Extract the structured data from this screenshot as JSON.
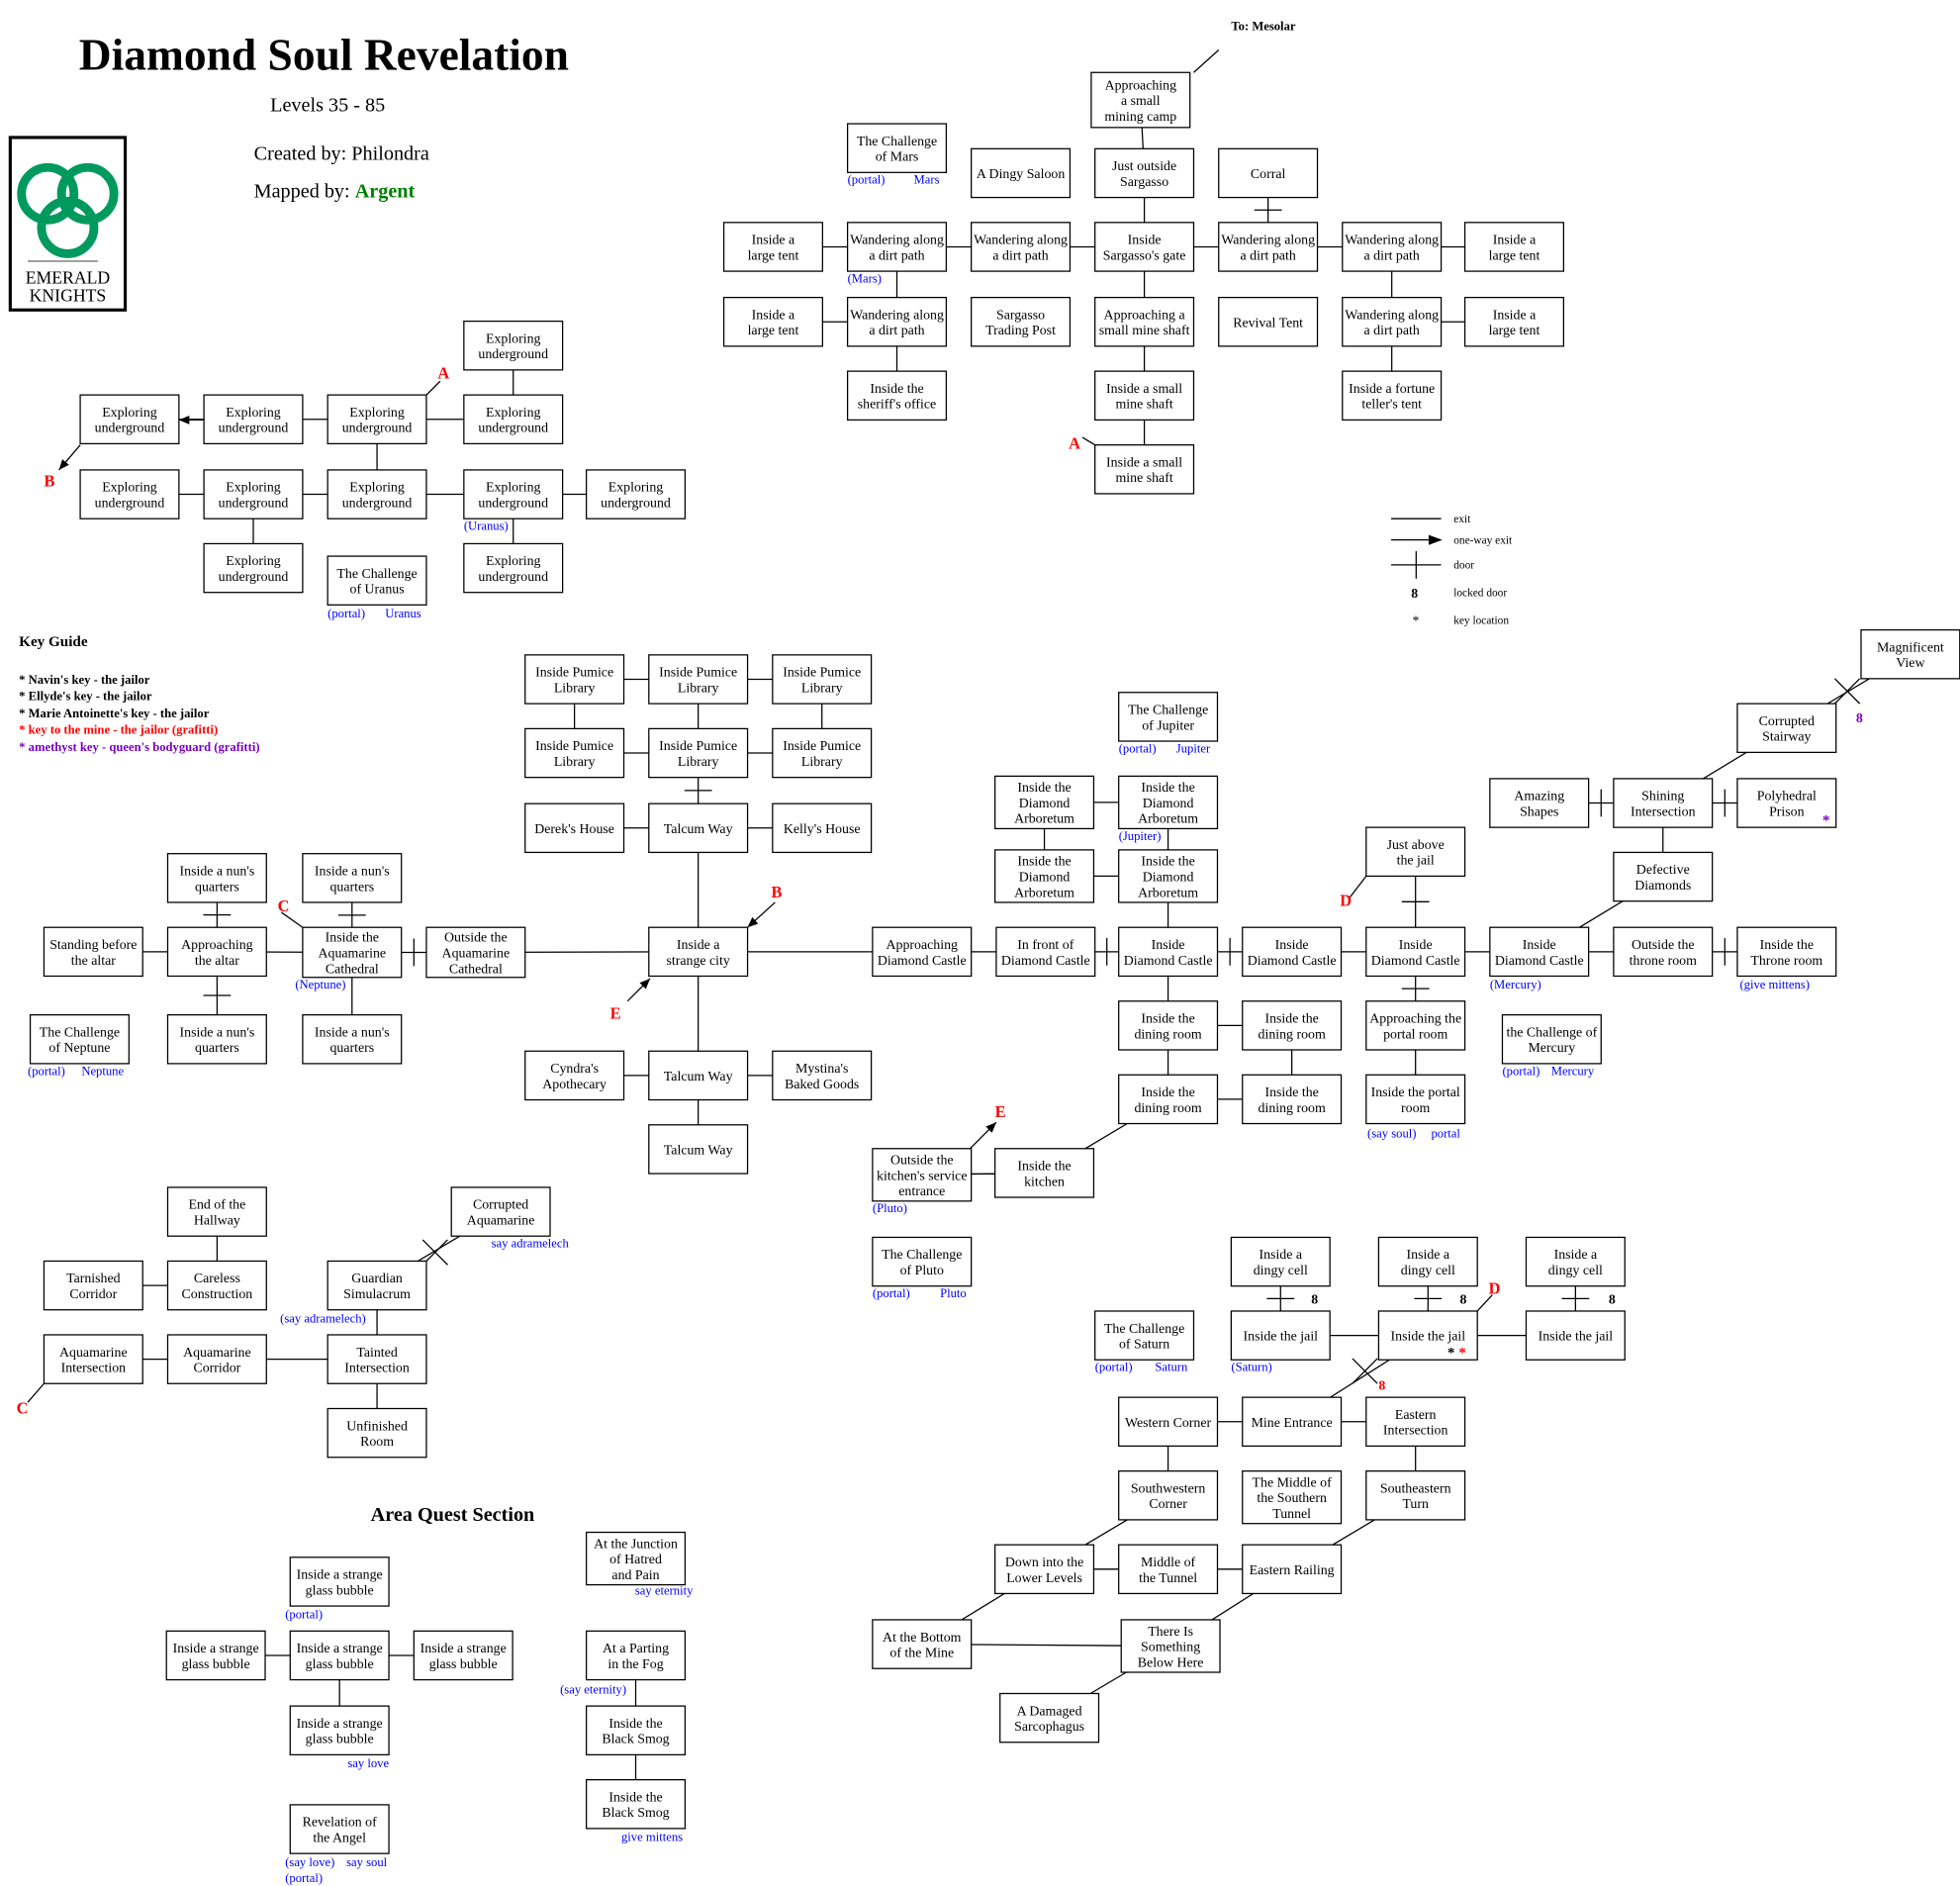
{
  "header": {
    "title": "Diamond Soul Revelation",
    "levels": "Levels 35 - 85",
    "created_by": "Created by: Philondra",
    "mapped_by_label": "Mapped by: ",
    "mapper": "Argent",
    "logo_text": [
      "EMERALD",
      "KNIGHTS"
    ],
    "to_mesolar": "To: Mesolar",
    "quest_section": "Area Quest Section"
  },
  "colors": {
    "green": "#008000",
    "logo": "#009a5e",
    "blue": "#0000ff",
    "red": "#ff0000",
    "purple": "#7a00c0"
  },
  "legend": [
    {
      "icon": "exit-line-icon",
      "label": "exit"
    },
    {
      "icon": "one-way-arrow-icon",
      "label": "one-way exit"
    },
    {
      "icon": "door-icon",
      "label": "door"
    },
    {
      "icon": "lock-icon",
      "label": "locked door"
    },
    {
      "icon": "star-icon",
      "label": "key location"
    }
  ],
  "key_guide": {
    "title": "Key Guide",
    "items": [
      {
        "text": "* Navin's key - the jailor",
        "color": "#000000"
      },
      {
        "text": "* Ellyde's key - the jailor",
        "color": "#000000"
      },
      {
        "text": "* Marie Antoinette's key - the jailor",
        "color": "#000000"
      },
      {
        "text": "* key to the mine - the jailor (grafitti)",
        "color": "#ff0000"
      },
      {
        "text": "* amethyst key - queen's bodyguard (grafitti)",
        "color": "#7a00c0"
      }
    ]
  },
  "rooms": [
    {
      "id": "mc",
      "label": [
        "Approaching",
        "a small",
        "mining camp"
      ]
    },
    {
      "id": "mars",
      "label": [
        "The Challenge",
        "of Mars"
      ]
    },
    {
      "id": "sal",
      "label": [
        "A Dingy Saloon"
      ]
    },
    {
      "id": "jos",
      "label": [
        "Just outside",
        "Sargasso"
      ]
    },
    {
      "id": "cor",
      "label": [
        "Corral"
      ]
    },
    {
      "id": "t1",
      "label": [
        "Inside a",
        "large tent"
      ]
    },
    {
      "id": "w1",
      "label": [
        "Wandering along",
        "a dirt path"
      ]
    },
    {
      "id": "w2",
      "label": [
        "Wandering along",
        "a dirt path"
      ]
    },
    {
      "id": "gate",
      "label": [
        "Inside",
        "Sargasso's gate"
      ]
    },
    {
      "id": "w3",
      "label": [
        "Wandering along",
        "a dirt path"
      ]
    },
    {
      "id": "w4",
      "label": [
        "Wandering along",
        "a dirt path"
      ]
    },
    {
      "id": "t2",
      "label": [
        "Inside a",
        "large tent"
      ]
    },
    {
      "id": "t3",
      "label": [
        "Inside a",
        "large tent"
      ]
    },
    {
      "id": "w5",
      "label": [
        "Wandering along",
        "a dirt path"
      ]
    },
    {
      "id": "tp",
      "label": [
        "Sargasso",
        "Trading Post"
      ]
    },
    {
      "id": "ams",
      "label": [
        "Approaching a",
        "small mine shaft"
      ]
    },
    {
      "id": "rev",
      "label": [
        "Revival Tent"
      ]
    },
    {
      "id": "w6",
      "label": [
        "Wandering along",
        "a dirt path"
      ]
    },
    {
      "id": "t4",
      "label": [
        "Inside a",
        "large tent"
      ]
    },
    {
      "id": "sher",
      "label": [
        "Inside the",
        "sheriff's office"
      ]
    },
    {
      "id": "ms1",
      "label": [
        "Inside a small",
        "mine shaft"
      ]
    },
    {
      "id": "ft",
      "label": [
        "Inside a fortune",
        "teller's tent"
      ]
    },
    {
      "id": "ms2",
      "label": [
        "Inside a small",
        "mine shaft"
      ]
    },
    {
      "id": "u0",
      "label": [
        "Exploring",
        "underground"
      ]
    },
    {
      "id": "u1",
      "label": [
        "Exploring",
        "underground"
      ]
    },
    {
      "id": "u2",
      "label": [
        "Exploring",
        "underground"
      ]
    },
    {
      "id": "u3",
      "label": [
        "Exploring",
        "underground"
      ]
    },
    {
      "id": "u4",
      "label": [
        "Exploring",
        "underground"
      ]
    },
    {
      "id": "u5",
      "label": [
        "Exploring",
        "underground"
      ]
    },
    {
      "id": "u6",
      "label": [
        "Exploring",
        "underground"
      ]
    },
    {
      "id": "u7",
      "label": [
        "Exploring",
        "underground"
      ]
    },
    {
      "id": "u8",
      "label": [
        "Exploring",
        "underground"
      ]
    },
    {
      "id": "u9",
      "label": [
        "Exploring",
        "underground"
      ]
    },
    {
      "id": "u10",
      "label": [
        "Exploring",
        "underground"
      ]
    },
    {
      "id": "uran",
      "label": [
        "The Challenge",
        "of Uranus"
      ]
    },
    {
      "id": "u11",
      "label": [
        "Exploring",
        "underground"
      ]
    },
    {
      "id": "l1",
      "label": [
        "Inside Pumice",
        "Library"
      ]
    },
    {
      "id": "l2",
      "label": [
        "Inside Pumice",
        "Library"
      ]
    },
    {
      "id": "l3",
      "label": [
        "Inside Pumice",
        "Library"
      ]
    },
    {
      "id": "l4",
      "label": [
        "Inside Pumice",
        "Library"
      ]
    },
    {
      "id": "l5",
      "label": [
        "Inside Pumice",
        "Library"
      ]
    },
    {
      "id": "l6",
      "label": [
        "Inside Pumice",
        "Library"
      ]
    },
    {
      "id": "dh",
      "label": [
        "Derek's House"
      ]
    },
    {
      "id": "tw1",
      "label": [
        "Talcum Way"
      ]
    },
    {
      "id": "kh",
      "label": [
        "Kelly's House"
      ]
    },
    {
      "id": "city",
      "label": [
        "Inside a",
        "strange city"
      ]
    },
    {
      "id": "cy",
      "label": [
        "Cyndra's",
        "Apothecary"
      ]
    },
    {
      "id": "tw2",
      "label": [
        "Talcum Way"
      ]
    },
    {
      "id": "my",
      "label": [
        "Mystina's",
        "Baked Goods"
      ]
    },
    {
      "id": "tw3",
      "label": [
        "Talcum Way"
      ]
    },
    {
      "id": "n1",
      "label": [
        "Inside a nun's",
        "quarters"
      ]
    },
    {
      "id": "n2",
      "label": [
        "Inside a nun's",
        "quarters"
      ]
    },
    {
      "id": "alt",
      "label": [
        "Standing before",
        "the altar"
      ]
    },
    {
      "id": "apa",
      "label": [
        "Approaching",
        "the altar"
      ]
    },
    {
      "id": "iac",
      "label": [
        "Inside the",
        "Aquamarine",
        "Cathedral"
      ]
    },
    {
      "id": "oc",
      "label": [
        "Outside the",
        "Aquamarine",
        "Cathedral"
      ]
    },
    {
      "id": "nep",
      "label": [
        "The Challenge",
        "of Neptune"
      ]
    },
    {
      "id": "n3",
      "label": [
        "Inside a nun's",
        "quarters"
      ]
    },
    {
      "id": "n4",
      "label": [
        "Inside a nun's",
        "quarters"
      ]
    },
    {
      "id": "jup",
      "label": [
        "The Challenge",
        "of Jupiter"
      ]
    },
    {
      "id": "ar1",
      "label": [
        "Inside the",
        "Diamond",
        "Arboretum"
      ]
    },
    {
      "id": "ar2",
      "label": [
        "Inside the",
        "Diamond",
        "Arboretum"
      ]
    },
    {
      "id": "ar3",
      "label": [
        "Inside the",
        "Diamond",
        "Arboretum"
      ]
    },
    {
      "id": "ar4",
      "label": [
        "Inside the",
        "Diamond",
        "Arboretum"
      ]
    },
    {
      "id": "adc",
      "label": [
        "Approaching",
        "Diamond Castle"
      ]
    },
    {
      "id": "ifc",
      "label": [
        "In front of",
        "Diamond Castle"
      ]
    },
    {
      "id": "c1",
      "label": [
        "Inside",
        "Diamond Castle"
      ]
    },
    {
      "id": "c2",
      "label": [
        "Inside",
        "Diamond Castle"
      ]
    },
    {
      "id": "c3",
      "label": [
        "Inside",
        "Diamond Castle"
      ]
    },
    {
      "id": "c4",
      "label": [
        "Inside",
        "Diamond Castle"
      ]
    },
    {
      "id": "otr",
      "label": [
        "Outside the",
        "throne room"
      ]
    },
    {
      "id": "thr",
      "label": [
        "Inside the",
        "Throne room"
      ]
    },
    {
      "id": "jab",
      "label": [
        "Just above",
        "the jail"
      ]
    },
    {
      "id": "amz",
      "label": [
        "Amazing",
        "Shapes"
      ]
    },
    {
      "id": "shi",
      "label": [
        "Shining",
        "Intersection"
      ]
    },
    {
      "id": "pp",
      "label": [
        "Polyhedral",
        "Prison"
      ]
    },
    {
      "id": "cs",
      "label": [
        "Corrupted",
        "Stairway"
      ]
    },
    {
      "id": "mv",
      "label": [
        "Magnificent",
        "View"
      ]
    },
    {
      "id": "dd",
      "label": [
        "Defective",
        "Diamonds"
      ]
    },
    {
      "id": "d1",
      "label": [
        "Inside the",
        "dining room"
      ]
    },
    {
      "id": "d2",
      "label": [
        "Inside the",
        "dining room"
      ]
    },
    {
      "id": "d3",
      "label": [
        "Inside the",
        "dining room"
      ]
    },
    {
      "id": "d4",
      "label": [
        "Inside the",
        "dining room"
      ]
    },
    {
      "id": "apr",
      "label": [
        "Approaching the",
        "portal room"
      ]
    },
    {
      "id": "ipr",
      "label": [
        "Inside the portal",
        "room"
      ]
    },
    {
      "id": "merc",
      "label": [
        "the Challenge of",
        "Mercury"
      ]
    },
    {
      "id": "kse",
      "label": [
        "Outside the",
        "kitchen's service",
        "entrance"
      ]
    },
    {
      "id": "kit",
      "label": [
        "Inside the",
        "kitchen"
      ]
    },
    {
      "id": "plu",
      "label": [
        "The Challenge",
        "of Pluto"
      ]
    },
    {
      "id": "dc1",
      "label": [
        "Inside a",
        "dingy cell"
      ]
    },
    {
      "id": "dc2",
      "label": [
        "Inside a",
        "dingy cell"
      ]
    },
    {
      "id": "dc3",
      "label": [
        "Inside a",
        "dingy cell"
      ]
    },
    {
      "id": "j1",
      "label": [
        "Inside the jail"
      ]
    },
    {
      "id": "j2",
      "label": [
        "Inside the jail"
      ]
    },
    {
      "id": "j3",
      "label": [
        "Inside the jail"
      ]
    },
    {
      "id": "sat",
      "label": [
        "The Challenge",
        "of Saturn"
      ]
    },
    {
      "id": "wc",
      "label": [
        "Western Corner"
      ]
    },
    {
      "id": "me",
      "label": [
        "Mine Entrance"
      ]
    },
    {
      "id": "ei",
      "label": [
        "Eastern",
        "Intersection"
      ]
    },
    {
      "id": "swc",
      "label": [
        "Southwestern",
        "Corner"
      ]
    },
    {
      "id": "mst",
      "label": [
        "The Middle of",
        "the Southern",
        "Tunnel"
      ]
    },
    {
      "id": "set",
      "label": [
        "Southeastern",
        "Turn"
      ]
    },
    {
      "id": "dll",
      "label": [
        "Down into the",
        "Lower Levels"
      ]
    },
    {
      "id": "mtn",
      "label": [
        "Middle of",
        "the Tunnel"
      ]
    },
    {
      "id": "er",
      "label": [
        "Eastern Railing"
      ]
    },
    {
      "id": "abm",
      "label": [
        "At the Bottom",
        "of the Mine"
      ]
    },
    {
      "id": "tis",
      "label": [
        "There Is",
        "Something",
        "Below Here"
      ]
    },
    {
      "id": "ds",
      "label": [
        "A Damaged",
        "Sarcophagus"
      ]
    },
    {
      "id": "eh",
      "label": [
        "End of the",
        "Hallway"
      ]
    },
    {
      "id": "ca",
      "label": [
        "Corrupted",
        "Aquamarine"
      ]
    },
    {
      "id": "tc",
      "label": [
        "Tarnished",
        "Corridor"
      ]
    },
    {
      "id": "cc",
      "label": [
        "Careless",
        "Construction"
      ]
    },
    {
      "id": "gs",
      "label": [
        "Guardian",
        "Simulacrum"
      ]
    },
    {
      "id": "ai",
      "label": [
        "Aquamarine",
        "Intersection"
      ]
    },
    {
      "id": "ac",
      "label": [
        "Aquamarine",
        "Corridor"
      ]
    },
    {
      "id": "ti",
      "label": [
        "Tainted",
        "Intersection"
      ]
    },
    {
      "id": "ur",
      "label": [
        "Unfinished",
        "Room"
      ]
    },
    {
      "id": "b1",
      "label": [
        "Inside a strange",
        "glass bubble"
      ]
    },
    {
      "id": "b2",
      "label": [
        "Inside a strange",
        "glass bubble"
      ]
    },
    {
      "id": "b3",
      "label": [
        "Inside a strange",
        "glass bubble"
      ]
    },
    {
      "id": "b4",
      "label": [
        "Inside a strange",
        "glass bubble"
      ]
    },
    {
      "id": "b5",
      "label": [
        "Inside a strange",
        "glass bubble"
      ]
    },
    {
      "id": "ang",
      "label": [
        "Revelation of",
        "the Angel"
      ]
    },
    {
      "id": "jhp",
      "label": [
        "At the Junction",
        "of Hatred",
        "and Pain"
      ]
    },
    {
      "id": "pf",
      "label": [
        "At a Parting",
        "in the Fog"
      ]
    },
    {
      "id": "bs1",
      "label": [
        "Inside the",
        "Black Smog"
      ]
    },
    {
      "id": "bs2",
      "label": [
        "Inside the",
        "Black Smog"
      ]
    }
  ],
  "annotations": [
    "(portal)",
    "Mars",
    "(Mars)",
    "(Uranus)",
    "(portal)",
    "Uranus",
    "(Neptune)",
    "(portal)",
    "Neptune",
    "(portal)",
    "Jupiter",
    "(Jupiter)",
    "(Mercury)",
    "(give mittens)",
    "(portal)",
    "Mercury",
    "(say soul)",
    "portal",
    "(Pluto)",
    "(portal)",
    "Pluto",
    "(portal)",
    "Saturn",
    "(Saturn)",
    "say adramelech",
    "(say adramelech)",
    "(portal)",
    "say love",
    "say eternity",
    "(say eternity)",
    "give mittens",
    "(say love)",
    "say soul",
    "(portal)"
  ],
  "markers": [
    "A",
    "B",
    "A",
    "C",
    "B",
    "E",
    "D",
    "E",
    "D",
    "C"
  ]
}
